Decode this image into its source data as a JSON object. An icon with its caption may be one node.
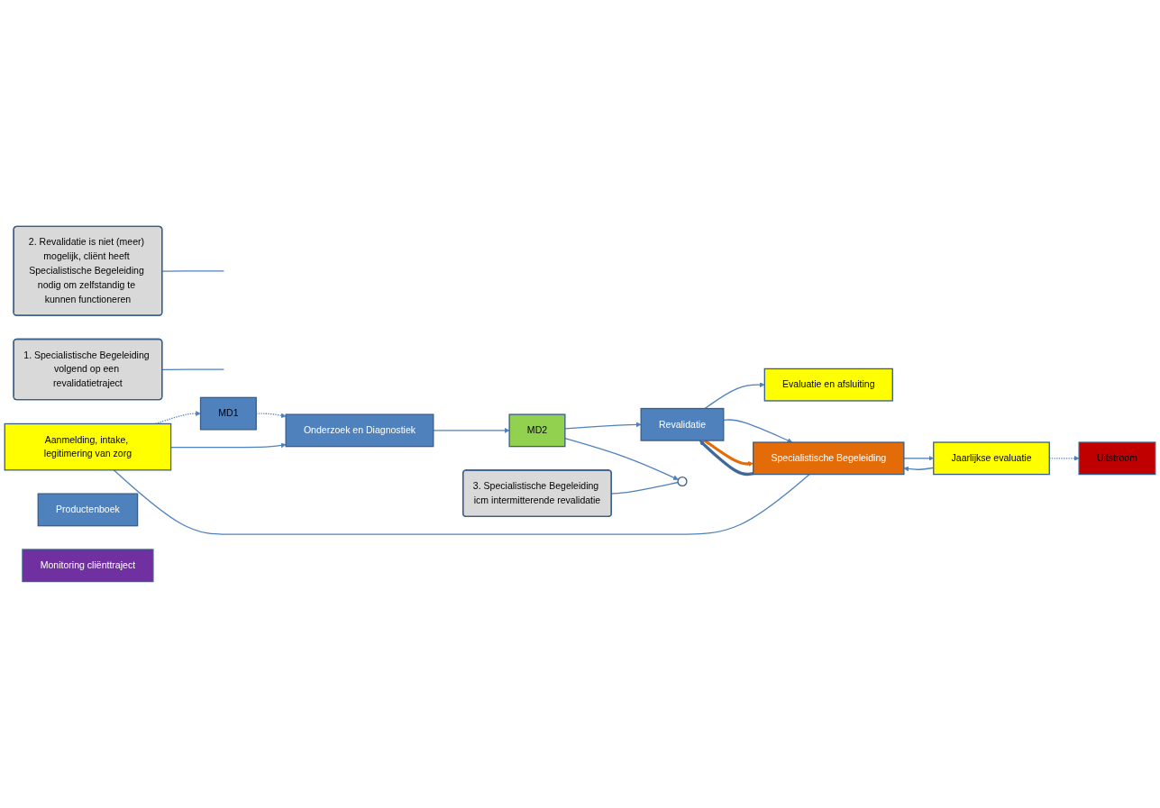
{
  "diagram": {
    "nodes": [
      {
        "text": [
          "Aanmelding, intake, legitimering van zorg"
        ]
      },
      {
        "text": [
          "MD1"
        ]
      },
      {
        "text": [
          "Onderzoek en Diagnostiek"
        ]
      },
      {
        "text": [
          "MD2"
        ]
      },
      {
        "text": [
          "Revalidatie"
        ]
      },
      {
        "text": [
          "Evaluatie en afsluiting"
        ]
      },
      {
        "text": [
          "1. Specialistische Begeleiding volgend op een revalidatietraject"
        ]
      },
      {
        "text": [
          "3. Specialistische Begeleiding icm intermitterende revalidatie"
        ]
      },
      {
        "text": [],
        "shape": "circle"
      },
      {
        "text": [
          "Specialistische Begeleiding"
        ]
      },
      {
        "text": [
          "2. Revalidatie is niet (meer) mogelijk, cliënt heeft Specialistische Begeleiding nodig om zelfstandig te kunnen functioneren"
        ]
      },
      {
        "text": [
          "Jaarlijkse evaluatie"
        ]
      },
      {
        "text": [
          "Uitstroom"
        ]
      },
      {
        "text": [
          "Productenboek"
        ]
      },
      {
        "text": [
          "Monitoring cliënttraject"
        ]
      }
    ],
    "edges": [
      {
        "from": 0,
        "to": 1,
        "arrow": "to",
        "style": "dashed"
      },
      {
        "from": 1,
        "to": 2,
        "arrow": "to",
        "style": "dashed"
      },
      {
        "from": 0,
        "to": 2,
        "arrow": "to"
      },
      {
        "from": 2,
        "to": 3,
        "arrow": "to"
      },
      {
        "from": 3,
        "to": 4,
        "arrow": "to"
      },
      {
        "from": 4,
        "to": 5,
        "arrow": "to"
      },
      {
        "from": 3,
        "to": 8,
        "arrow": "to"
      },
      {
        "from": 4,
        "to": 9,
        "arrow": "to"
      },
      {
        "from": 0,
        "to": 9,
        "arrow": "none"
      },
      {
        "from": 9,
        "to": 11,
        "arrow": "to"
      },
      {
        "from": 11,
        "to": 9,
        "arrow": "to"
      },
      {
        "from": 11,
        "to": 12,
        "arrow": "to",
        "style": "dashed"
      },
      {
        "from": 9,
        "to": 4,
        "arrow": "to",
        "style": "thick",
        "color": "#41689b"
      },
      {
        "from": 4,
        "to": 9,
        "arrow": "to",
        "style": "thick",
        "color": "#e46c0a"
      },
      {
        "from": 6,
        "to": null,
        "arrow": "none"
      },
      {
        "from": 7,
        "to": 8,
        "arrow": "none"
      },
      {
        "from": 10,
        "to": null,
        "arrow": "none"
      }
    ]
  }
}
